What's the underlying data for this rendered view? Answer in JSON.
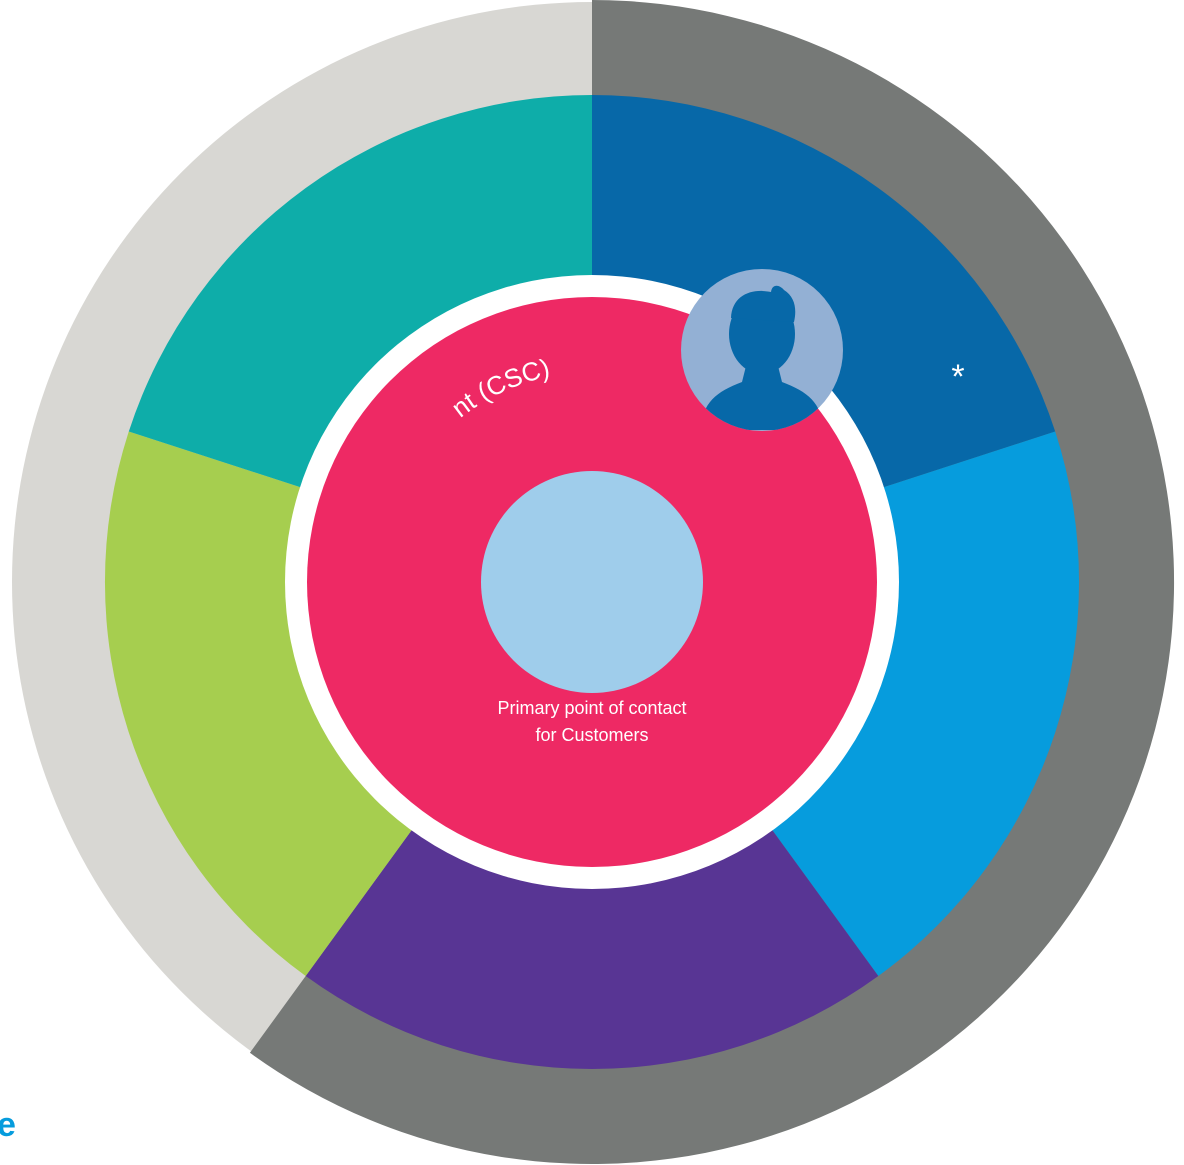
{
  "center_text": {
    "line1": "Primary point of contact",
    "line2": "for Customers"
  },
  "curved_label": "nt (CSC)",
  "asterisk": "*",
  "edge_letter": "e",
  "icons": {
    "avatar": "person-silhouette-icon"
  },
  "colors": {
    "outer_ring_light": "#d8d7d3",
    "outer_ring_dark": "#767977",
    "segment_dark_blue": "#0768a8",
    "segment_light_blue": "#069cdd",
    "segment_purple": "#583594",
    "segment_green": "#a6ce4f",
    "segment_teal": "#0eada9",
    "core_pink": "#ee2964",
    "inner_circle": "#9fcdeb",
    "avatar_bg": "#93b0d4",
    "avatar_fg": "#0768a8",
    "label_white": "#ffffff",
    "edge_letter": "#069cdd"
  }
}
